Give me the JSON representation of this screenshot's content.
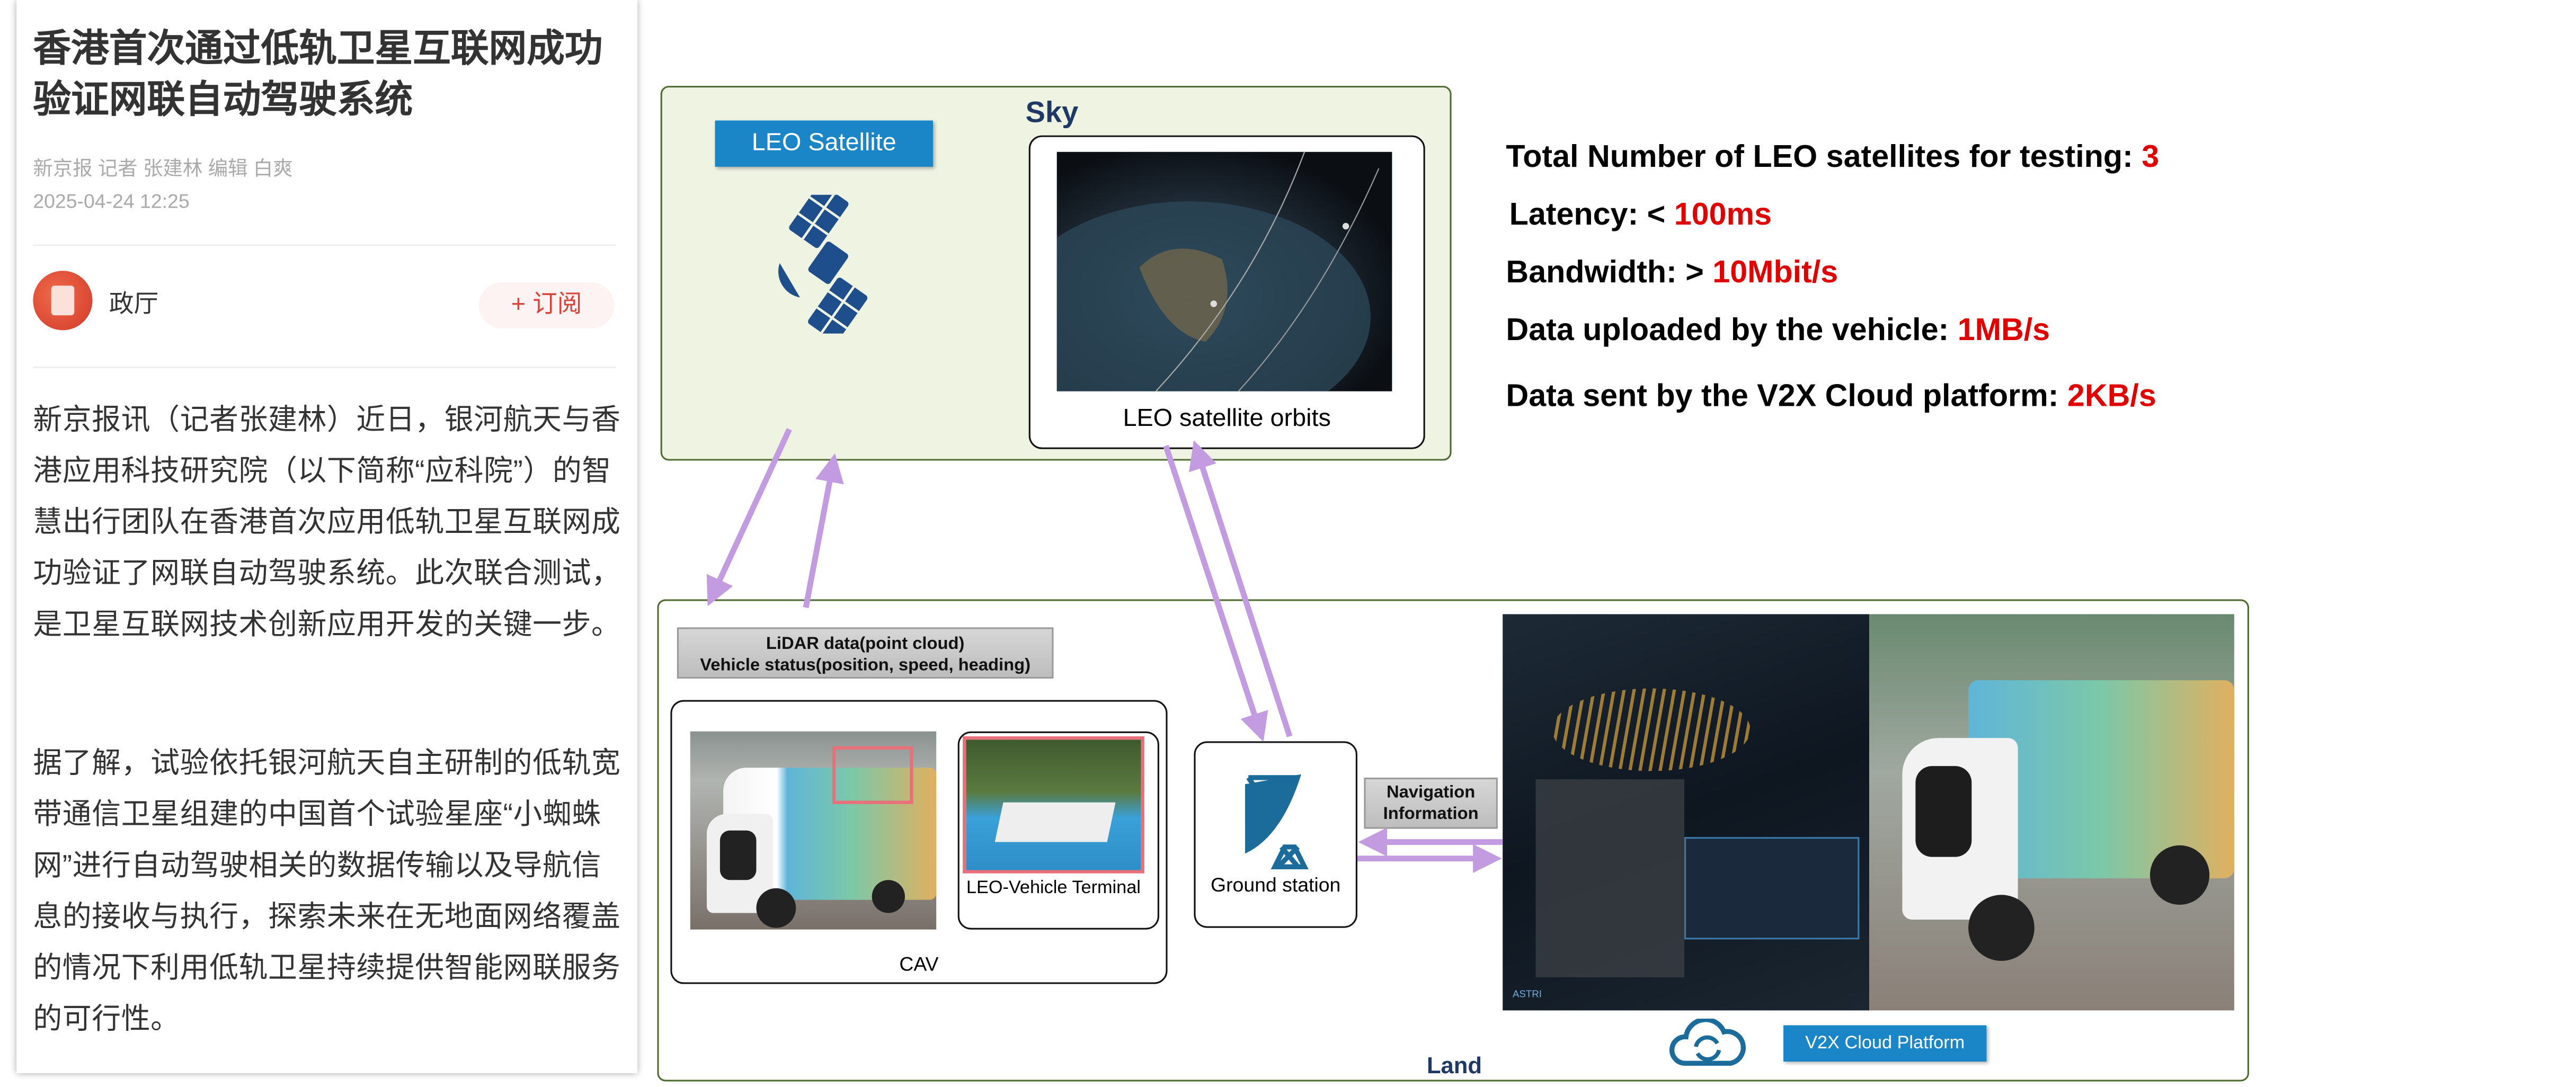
{
  "article": {
    "title": "香港首次通过低轨卫星互联网成功验证网联自动驾驶系统",
    "meta": "新京报 记者 张建林 编辑 白爽",
    "date": "2025-04-24 12:25",
    "author": "政厅",
    "subscribe_label": "+ 订阅",
    "paragraphs": [
      "新京报讯（记者张建林）近日，银河航天与香港应用科技研究院（以下简称“应科院”）的智慧出行团队在香港首次应用低轨卫星互联网成功验证了网联自动驾驶系统。此次联合测试，是卫星互联网技术创新应用开发的关键一步。",
      "据了解，试验依托银河航天自主研制的低轨宽带通信卫星组建的中国首个试验星座“小蜘蛛网”进行自动驾驶相关的数据传输以及导航信息的接收与执行，探索未来在无地面网络覆盖的情况下利用低轨卫星持续提供智能网联服务的可行性。"
    ]
  },
  "diagram": {
    "sky_label": "Sky",
    "land_label": "Land",
    "leo_satellite_label": "LEO Satellite",
    "orbits_label": "LEO satellite orbits",
    "uplink_data": [
      "LiDAR data(point cloud)",
      "Vehicle status(position, speed, heading)"
    ],
    "cav_label": "CAV",
    "terminal_label": "LEO-Vehicle Terminal",
    "ground_station_label": "Ground station",
    "navigation_label": "Navigation Information",
    "cloud_platform_label": "V2X Cloud Platform",
    "dashboard_brand": "ASTRI",
    "arrow_color": "#c39be0",
    "accent_blue": "#1a86c8"
  },
  "stats": [
    {
      "label": "Total Number of LEO satellites for testing: ",
      "value": "3"
    },
    {
      "label": "Latency: < ",
      "value": "100ms"
    },
    {
      "label": "Bandwidth: > ",
      "value": "10Mbit/s"
    },
    {
      "label": "Data uploaded by the vehicle: ",
      "value": "1MB/s"
    },
    {
      "label": "Data sent by the V2X Cloud platform: ",
      "value": "2KB/s"
    }
  ]
}
